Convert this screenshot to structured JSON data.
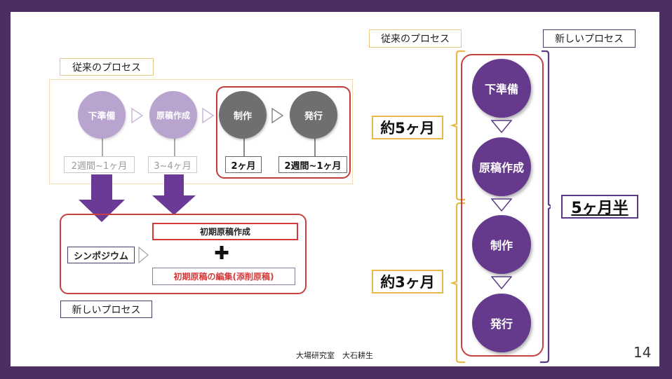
{
  "left": {
    "old_process_label": "従来のプロセス",
    "new_process_label": "新しいプロセス",
    "steps": [
      {
        "name": "下準備",
        "duration": "2週間~1ヶ月"
      },
      {
        "name": "原稿作成",
        "duration": "3~4ヶ月"
      },
      {
        "name": "制作",
        "duration": "2ヶ月"
      },
      {
        "name": "発行",
        "duration": "2週間~1ヶ月"
      }
    ],
    "new": {
      "symposium": "シンポジウム",
      "initial_draft": "初期原稿作成",
      "plus": "✚",
      "edit_draft": "初期原稿の編集(添削原稿)"
    }
  },
  "right": {
    "old_process_label": "従来のプロセス",
    "new_process_label": "新しいプロセス",
    "steps": [
      "下準備",
      "原稿作成",
      "制作",
      "発行"
    ],
    "old_first_duration": "約5ヶ月",
    "old_second_duration": "約3ヶ月",
    "new_total_duration": "5ヶ月半"
  },
  "footer": {
    "author": "大場研究室　大石耕生",
    "page_number": "14"
  },
  "colors": {
    "frame": "#4b2f62",
    "purple": "#65398c",
    "arrow_purple": "#6a3a96",
    "red_outline": "#c23b3b",
    "gold_outline": "#e8b84a",
    "lavender": "#b9a3cf",
    "grey": "#6f6f72"
  }
}
